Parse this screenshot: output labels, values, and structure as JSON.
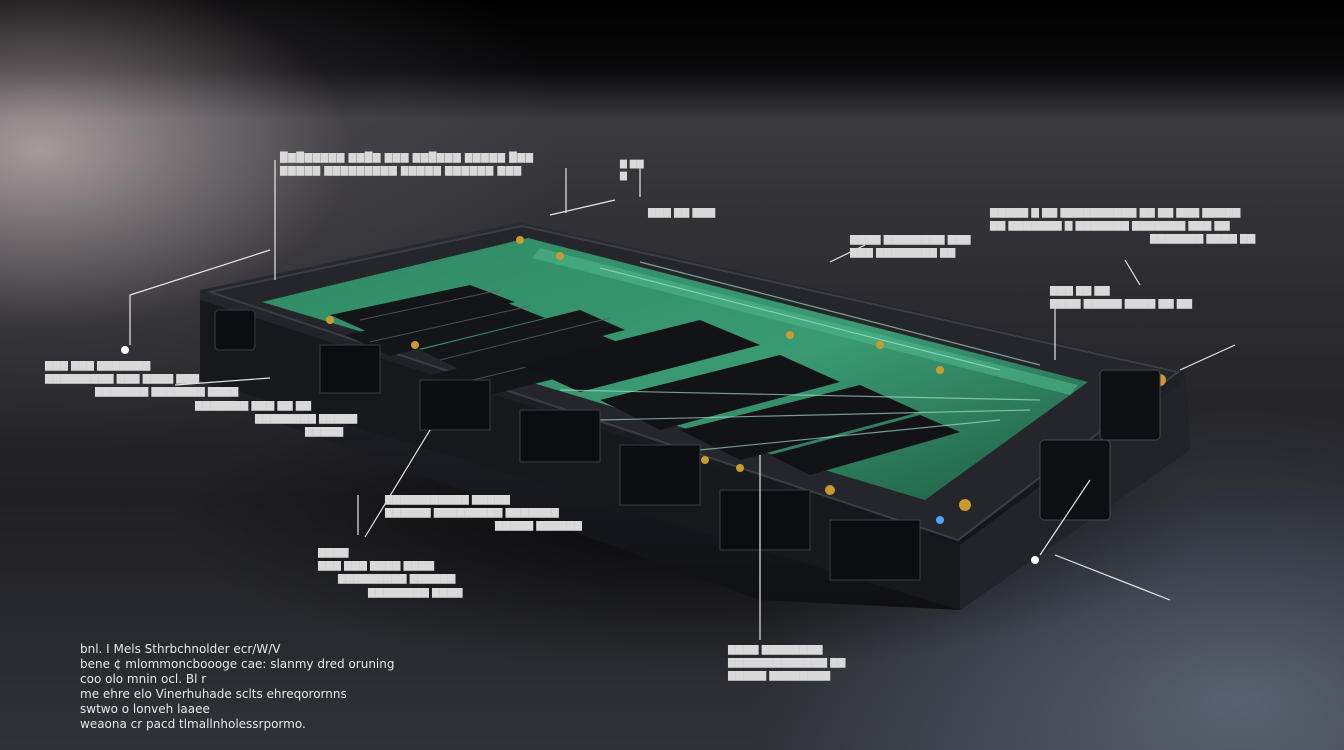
{
  "image": {
    "subject": "circuit-board-module",
    "colors": {
      "pcb": "#2f8a63",
      "pcb_dark": "#1f5c45",
      "frame": "#1b1d22",
      "chip": "#141518",
      "gold": "#c99a2e",
      "callout": "#e6e6e6"
    }
  },
  "callouts": [
    {
      "id": "top-center",
      "lines": [
        "legible text not recoverable",
        ""
      ]
    },
    {
      "id": "top-small",
      "lines": [
        "",
        ""
      ]
    },
    {
      "id": "top-right",
      "lines": [
        "",
        ""
      ]
    },
    {
      "id": "right-upper",
      "lines": [
        "",
        "",
        ""
      ]
    },
    {
      "id": "right-mid",
      "lines": [
        "",
        ""
      ]
    },
    {
      "id": "left-mid",
      "lines": [
        "",
        "",
        "",
        "",
        "",
        ""
      ]
    },
    {
      "id": "center-low",
      "lines": [
        "",
        ""
      ]
    },
    {
      "id": "left-low",
      "lines": [
        "",
        "",
        "",
        ""
      ]
    },
    {
      "id": "bottom-center",
      "lines": [
        "",
        "",
        ""
      ]
    }
  ],
  "caption": {
    "lines": [
      "bnl. I Mels   Sthrbchnolder ecr/W/V",
      "bene ¢ mlommoncboooge cae: slanmy dred oruning",
      "coo olo mnin ocl. Bl r",
      "me ehre elo Vinerhuhade sclts ehreqorornns",
      "swtwo o lonveh laaee",
      "weaona cr pacd tlmallnholessrpormo."
    ]
  }
}
